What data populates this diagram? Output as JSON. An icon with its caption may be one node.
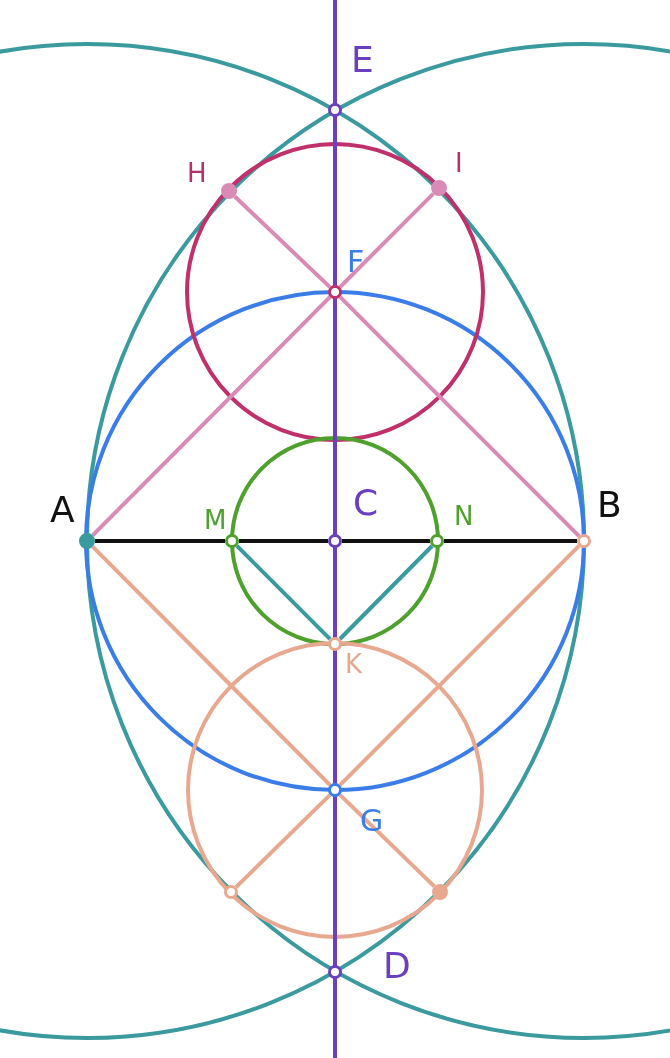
{
  "diagram": {
    "nodes": [
      {
        "text": [],
        "shape": "circle",
        "beside": [
          "E"
        ]
      },
      {
        "text": [],
        "shape": "circle",
        "beside": [
          "H"
        ]
      },
      {
        "text": [],
        "shape": "circle",
        "beside": [
          "I"
        ]
      },
      {
        "text": [],
        "shape": "circle",
        "beside": [
          "F"
        ]
      },
      {
        "text": [],
        "shape": "circle",
        "beside": [
          "A"
        ]
      },
      {
        "text": [],
        "shape": "circle",
        "beside": [
          "M"
        ]
      },
      {
        "text": [],
        "shape": "circle",
        "beside": [
          "C"
        ]
      },
      {
        "text": [],
        "shape": "circle",
        "beside": [
          "N"
        ]
      },
      {
        "text": [],
        "shape": "circle",
        "beside": [
          "B"
        ]
      },
      {
        "text": [],
        "shape": "circle",
        "beside": [
          "K"
        ]
      },
      {
        "text": [],
        "shape": "circle",
        "beside": [
          "G"
        ]
      },
      {
        "text": [],
        "shape": "circle"
      },
      {
        "text": [],
        "shape": "circle"
      },
      {
        "text": [],
        "shape": "circle",
        "beside": [
          "D"
        ]
      }
    ],
    "edges": [
      {
        "from": 4,
        "to": 5,
        "arrow": "none",
        "color": "#111111"
      },
      {
        "from": 5,
        "to": 6,
        "arrow": "none",
        "color": "#111111"
      },
      {
        "from": 6,
        "to": 7,
        "arrow": "none",
        "color": "#111111"
      },
      {
        "from": 7,
        "to": 8,
        "arrow": "none",
        "color": "#111111"
      },
      {
        "from": 4,
        "to": 3,
        "arrow": "none",
        "color": "#d98bb5"
      },
      {
        "from": 3,
        "to": 2,
        "arrow": "none",
        "color": "#d98bb5"
      },
      {
        "from": 8,
        "to": 3,
        "arrow": "none",
        "color": "#d98bb5"
      },
      {
        "from": 3,
        "to": 1,
        "arrow": "none",
        "color": "#d98bb5"
      },
      {
        "from": 4,
        "to": 10,
        "arrow": "none",
        "color": "#e8a890"
      },
      {
        "from": 10,
        "to": 12,
        "arrow": "none",
        "color": "#e8a890"
      },
      {
        "from": 8,
        "to": 10,
        "arrow": "none",
        "color": "#e8a890"
      },
      {
        "from": 10,
        "to": 11,
        "arrow": "none",
        "color": "#e8a890"
      },
      {
        "from": 5,
        "to": 9,
        "arrow": "none",
        "color": "#3a9a9e"
      },
      {
        "from": 7,
        "to": 9,
        "arrow": "none",
        "color": "#3a9a9e"
      }
    ]
  }
}
